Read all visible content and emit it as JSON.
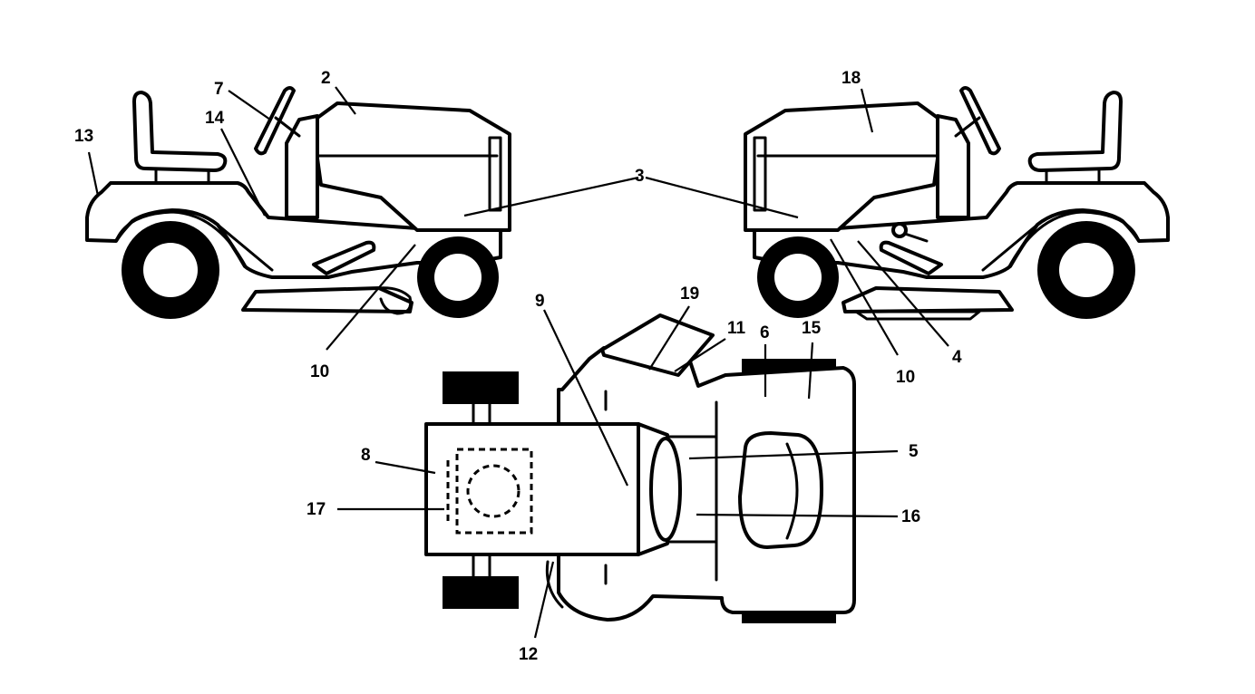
{
  "callouts": {
    "c2": "2",
    "c3": "3",
    "c4": "4",
    "c5": "5",
    "c6": "6",
    "c7": "7",
    "c8": "8",
    "c9": "9",
    "c10_left": "10",
    "c10_right": "10",
    "c11": "11",
    "c12": "12",
    "c13": "13",
    "c14": "14",
    "c15": "15",
    "c16": "16",
    "c17": "17",
    "c18": "18",
    "c19": "19"
  }
}
